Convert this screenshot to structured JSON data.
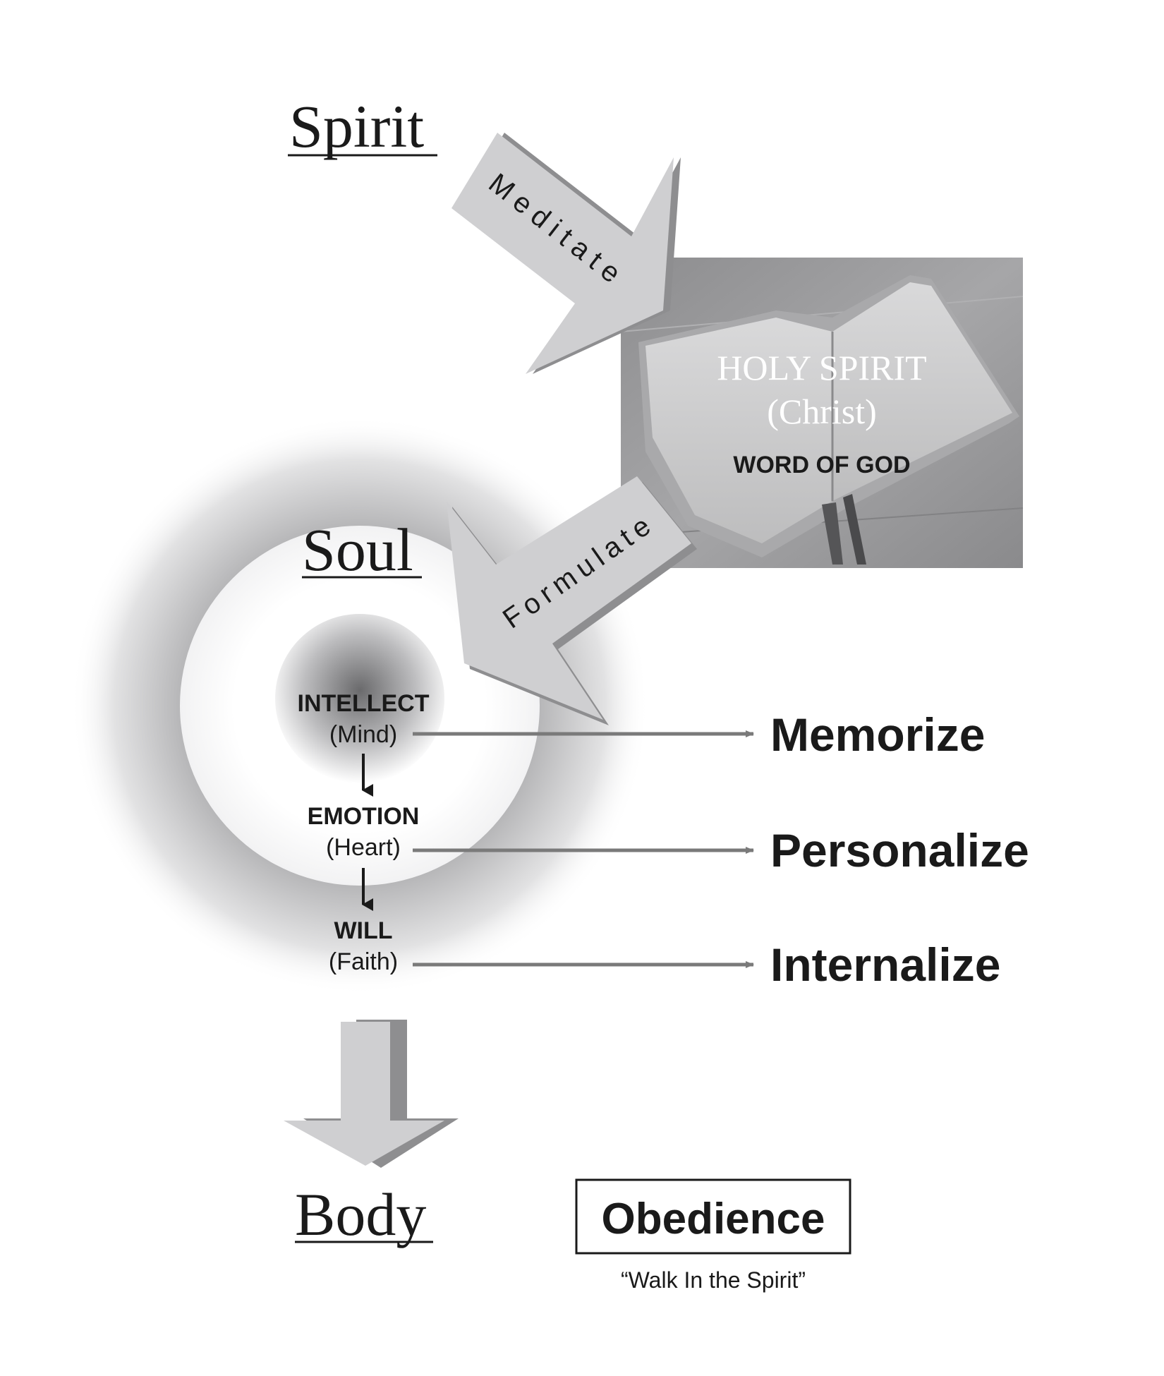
{
  "heading_spirit": "Spirit",
  "heading_soul": "Soul",
  "heading_body": "Body",
  "arrow_meditate": "Meditate",
  "arrow_formulate": "Formulate",
  "bible": {
    "line1": "HOLY SPIRIT",
    "line2": "(Christ)",
    "line3": "WORD OF GOD"
  },
  "soul_levels": [
    {
      "title": "INTELLECT",
      "sub": "(Mind)",
      "action": "Memorize"
    },
    {
      "title": "EMOTION",
      "sub": "(Heart)",
      "action": "Personalize"
    },
    {
      "title": "WILL",
      "sub": "(Faith)",
      "action": "Internalize"
    }
  ],
  "result": {
    "label": "Obedience",
    "caption": "“Walk In the Spirit”"
  },
  "colors": {
    "arrow_fill": "#cfcfd1",
    "arrow_shadow": "#8e8e90",
    "ink": "#1a1a1a",
    "connector": "#7a7a7a",
    "photo_bg": "#9b9b9b"
  }
}
